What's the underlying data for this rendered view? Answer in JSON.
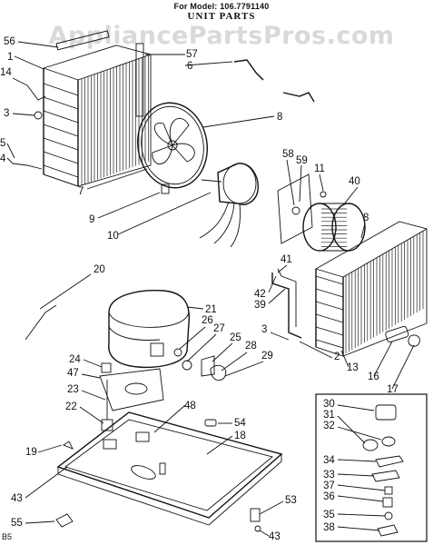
{
  "header": {
    "model_line": "For Model: 106.7791140",
    "title": "UNIT PARTS"
  },
  "watermark": "AppliancePartsPros.com",
  "footer_code": "B5",
  "callouts": [
    "56",
    "1",
    "57",
    "6",
    "14",
    "3",
    "5",
    "4",
    "8",
    "7",
    "9",
    "10",
    "58",
    "59",
    "11",
    "40",
    "8",
    "20",
    "41",
    "42",
    "39",
    "21",
    "3",
    "26",
    "27",
    "25",
    "28",
    "2",
    "13",
    "16",
    "17",
    "24",
    "47",
    "29",
    "23",
    "22",
    "48",
    "54",
    "18",
    "19",
    "43",
    "55",
    "53",
    "43",
    "30",
    "31",
    "32",
    "34",
    "33",
    "37",
    "36",
    "35",
    "38"
  ]
}
